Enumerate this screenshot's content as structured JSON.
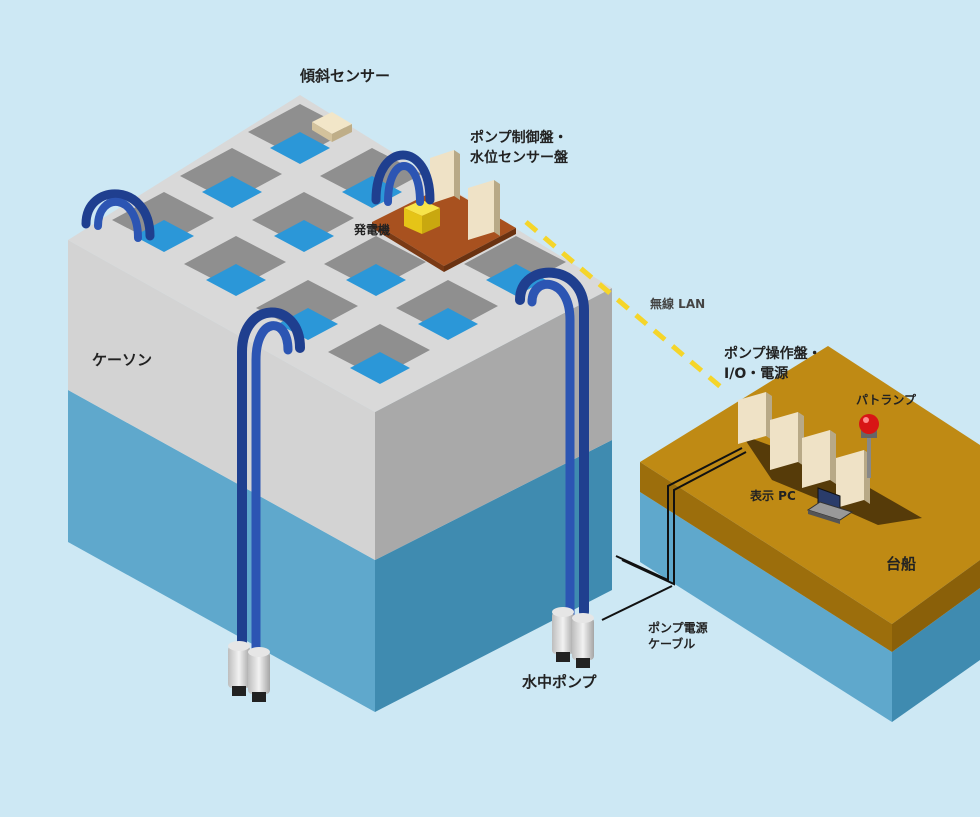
{
  "labels": {
    "tilt_sensor": "傾斜センサー",
    "pump_control_panel": "ポンプ制御盤・\n水位センサー盤",
    "generator": "発電機",
    "wireless_lan": "無線 LAN",
    "caisson": "ケーソン",
    "pump_operation_panel": "ポンプ操作盤・\nI/O・電源",
    "patrol_lamp": "パトランプ",
    "display_pc": "表示 PC",
    "barge": "台船",
    "pump_power_cable": "ポンプ電源\nケーブル",
    "submersible_pump": "水中ポンプ"
  },
  "colors": {
    "background": "#cde8f4",
    "concrete_top": "#d3d3d3",
    "concrete_side": "#a9a9a9",
    "water_front": "#5fa8cc",
    "water_side": "#3f8bb0",
    "cell_water": "#2b97d8",
    "hose": "#1f3f8f",
    "deck": "#bf8a14",
    "deck_side": "#9c6e0c",
    "wireless_link": "#f5d52a",
    "control_platform": "#a8511f"
  },
  "icons": [
    "tilt-sensor-icon",
    "generator-icon",
    "patrol-lamp-icon",
    "laptop-icon",
    "submersible-pump-icon"
  ]
}
